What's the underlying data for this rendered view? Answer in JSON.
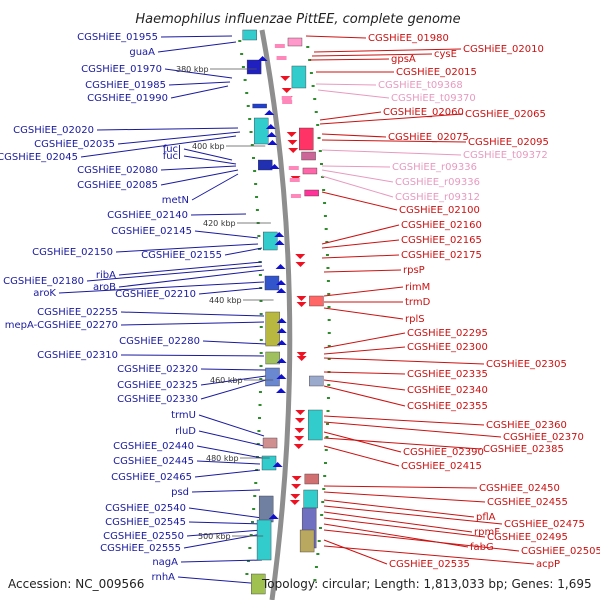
{
  "title": "Haemophilus influenzae PittEE, complete genome",
  "footer": {
    "accession": "Accession: NC_009566",
    "summary": "Topology: circular; Length: 1,813,033 bp; Genes: 1,695"
  },
  "colors": {
    "forward_label": "#1a1aa0",
    "reverse_label": "#cc1111",
    "rna_label": "#e79ac0",
    "backbone": "#8e8e8e",
    "tick": "#2e8b2e"
  },
  "scale_marks": [
    "380 kbp",
    "400 kbp",
    "420 kbp",
    "440 kbp",
    "460 kbp",
    "480 kbp",
    "500 kbp"
  ],
  "left_labels": [
    "CGSHiEE_01955",
    "guaA",
    "CGSHiEE_01970",
    "CGSHiEE_01985",
    "CGSHiEE_01990",
    "CGSHiEE_02020",
    "CGSHiEE_02035",
    "fucI",
    "CGSHiEE_02045",
    "fucI",
    "CGSHiEE_02080",
    "CGSHiEE_02085",
    "metN",
    "CGSHiEE_02140",
    "CGSHiEE_02145",
    "CGSHiEE_02150",
    "CGSHiEE_02155",
    "ribA",
    "CGSHiEE_02180",
    "aroB",
    "aroK",
    "CGSHiEE_02210",
    "CGSHiEE_02255",
    "mepA-CGSHiEE_02270",
    "CGSHiEE_02280",
    "CGSHiEE_02310",
    "CGSHiEE_02320",
    "CGSHiEE_02325",
    "CGSHiEE_02330",
    "trmU",
    "rluD",
    "CGSHiEE_02440",
    "CGSHiEE_02445",
    "CGSHiEE_02465",
    "psd",
    "CGSHiEE_02540",
    "CGSHiEE_02545",
    "CGSHiEE_02550",
    "CGSHiEE_02555",
    "nagA",
    "rnhA"
  ],
  "right_labels": [
    "CGSHiEE_01980",
    "gpsA",
    "cysE",
    "CGSHiEE_02010",
    "CGSHiEE_02015",
    "CGSHiEE_t09368",
    "CGSHiEE_t09370",
    "CGSHiEE_02060",
    "CGSHiEE_02065",
    "CGSHiEE_02075",
    "CGSHiEE_02095",
    "CGSHiEE_t09372",
    "CGSHiEE_r09336",
    "CGSHiEE_r09336",
    "CGSHiEE_r09312",
    "CGSHiEE_02100",
    "CGSHiEE_02160",
    "CGSHiEE_02165",
    "CGSHiEE_02175",
    "rpsP",
    "rimM",
    "trmD",
    "rplS",
    "CGSHiEE_02295",
    "CGSHiEE_02300",
    "CGSHiEE_02305",
    "CGSHiEE_02335",
    "CGSHiEE_02340",
    "CGSHiEE_02355",
    "CGSHiEE_02360",
    "CGSHiEE_02370",
    "CGSHiEE_02390",
    "CGSHiEE_02385",
    "CGSHiEE_02415",
    "CGSHiEE_02450",
    "CGSHiEE_02455",
    "pflA",
    "CGSHiEE_02475",
    "rpmF",
    "CGSHiEE_02495",
    "fabG",
    "CGSHiEE_02505",
    "CGSHiEE_02535",
    "acpP"
  ]
}
